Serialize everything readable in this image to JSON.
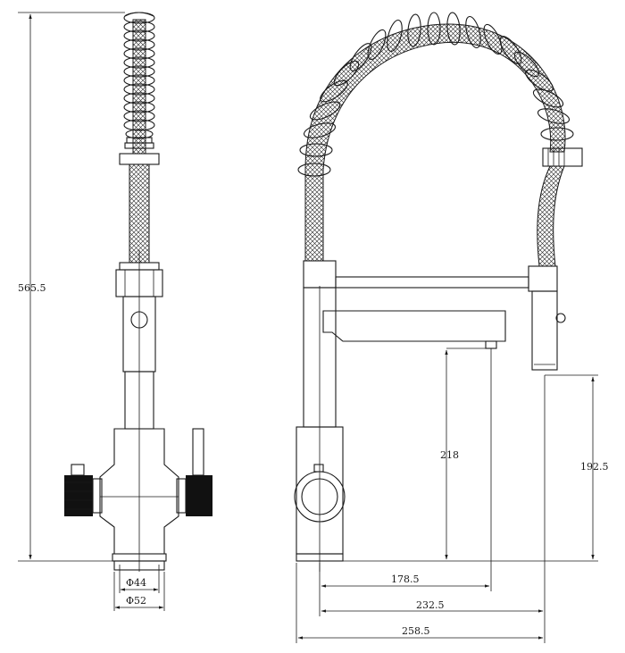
{
  "drawing": {
    "overall_height": "565.5",
    "outlet_height": "218",
    "spray_height": "192.5",
    "base_diameter_inner": "Φ44",
    "base_diameter_outer": "Φ52",
    "reach_spout": "178.5",
    "reach_spray": "232.5",
    "overall_width": "258.5"
  }
}
